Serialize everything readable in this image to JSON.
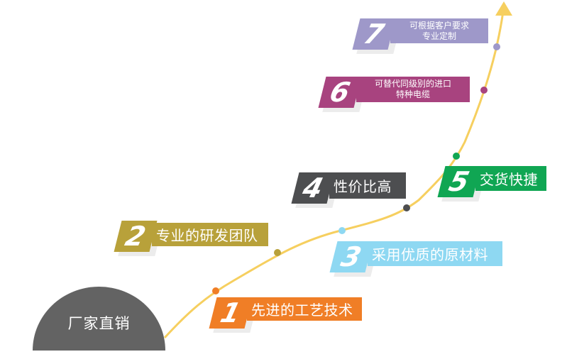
{
  "factory": {
    "label": "厂家直销",
    "color": "#636363"
  },
  "curve": {
    "color": "#f6cf5f"
  },
  "steps": [
    {
      "number": "1",
      "text": "先进的工艺技术",
      "color": "#f07e26"
    },
    {
      "number": "2",
      "text": "专业的研发团队",
      "color": "#b8a13a"
    },
    {
      "number": "3",
      "text": "采用优质的原材料",
      "color": "#8ed8f2"
    },
    {
      "number": "4",
      "text": "性价比高",
      "color": "#4d4e50"
    },
    {
      "number": "5",
      "text": "交货快捷",
      "color": "#10a653"
    },
    {
      "number": "6",
      "lines": [
        "可替代同级别的进口",
        "特种电缆"
      ],
      "color": "#a8437f"
    },
    {
      "number": "7",
      "lines": [
        "可根据客户要求",
        "专业定制"
      ],
      "color": "#9e98c9"
    }
  ],
  "nodes": [
    {
      "step": "1",
      "color": "#f07e26"
    },
    {
      "step": "2",
      "color": "#b8a13a"
    },
    {
      "step": "3",
      "color": "#8ed8f2"
    },
    {
      "step": "4",
      "color": "#4d4e50"
    },
    {
      "step": "5",
      "color": "#10a653"
    },
    {
      "step": "6",
      "color": "#a8437f"
    },
    {
      "step": "7",
      "color": "#9e98c9"
    }
  ]
}
